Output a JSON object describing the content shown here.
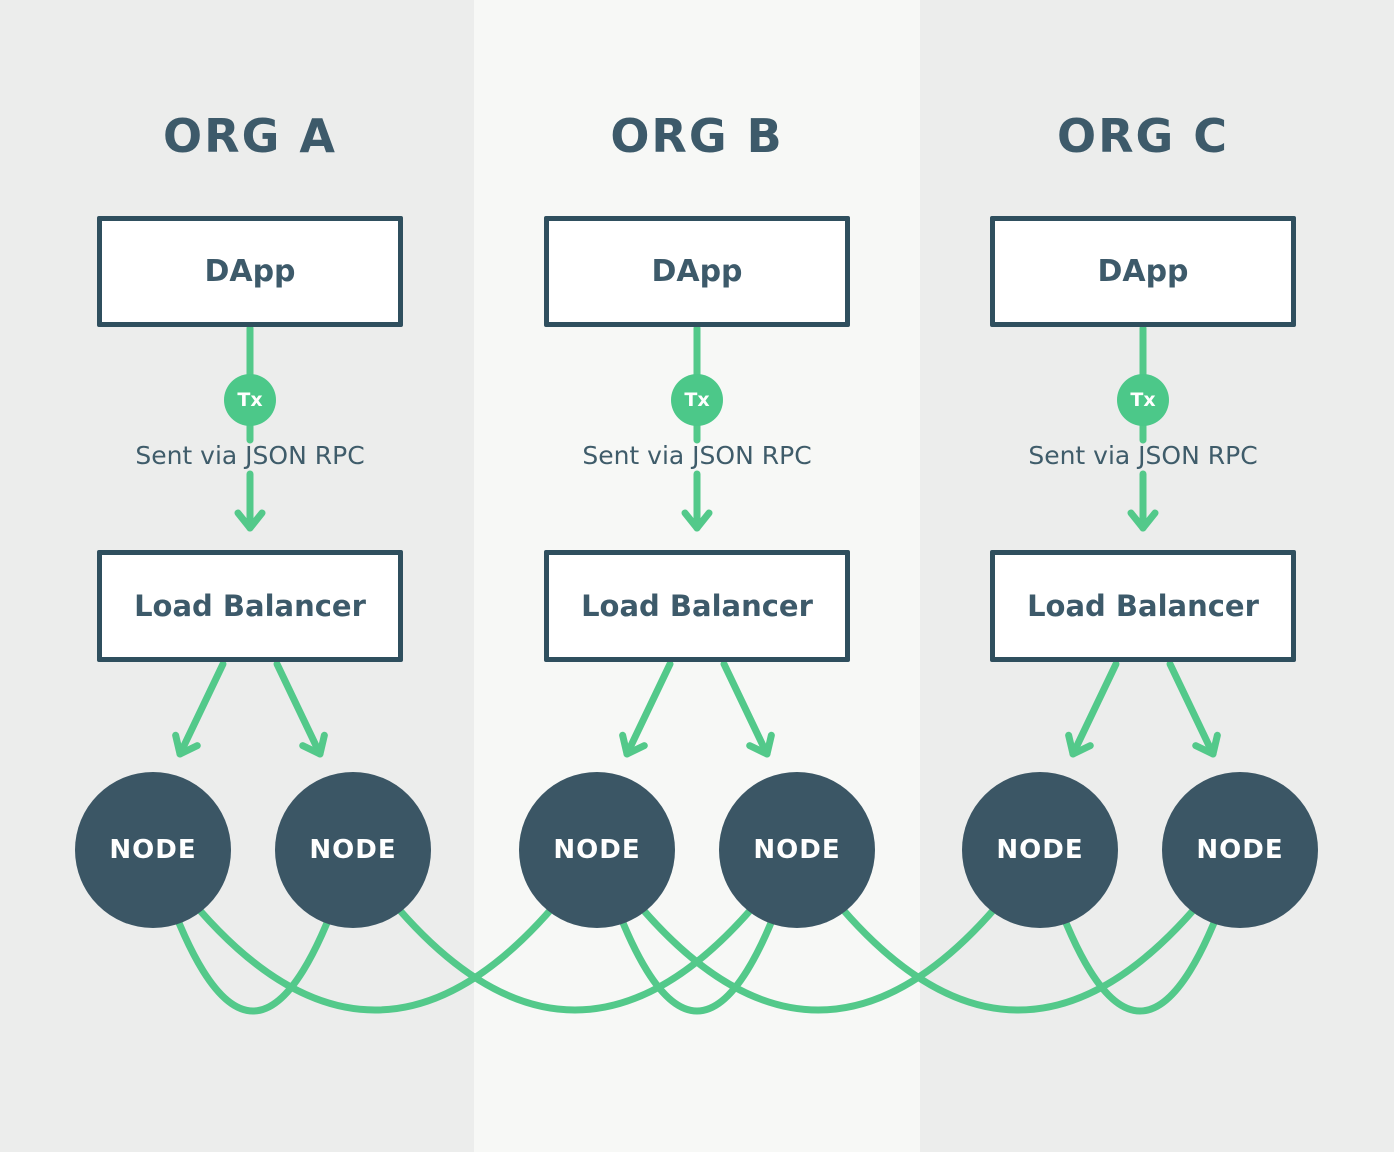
{
  "diagram": {
    "columns": [
      {
        "title": "ORG A",
        "dapp_label": "DApp",
        "tx_label": "Tx",
        "rpc_label": "Sent via JSON RPC",
        "lb_label": "Load Balancer",
        "nodes": [
          "NODE",
          "NODE"
        ]
      },
      {
        "title": "ORG B",
        "dapp_label": "DApp",
        "tx_label": "Tx",
        "rpc_label": "Sent via JSON RPC",
        "lb_label": "Load Balancer",
        "nodes": [
          "NODE",
          "NODE"
        ]
      },
      {
        "title": "ORG C",
        "dapp_label": "DApp",
        "tx_label": "Tx",
        "rpc_label": "Sent via JSON RPC",
        "lb_label": "Load Balancer",
        "nodes": [
          "NODE",
          "NODE"
        ]
      }
    ],
    "colors": {
      "accent_green": "#53c98a",
      "tx_badge_green": "#4cc889",
      "slate_border": "#2f4f5e",
      "slate_text": "#3d5a6a",
      "node_fill": "#3b5665",
      "band_outer": "#ecedec",
      "band_inner": "#f7f8f6",
      "box_fill": "#ffffff"
    }
  }
}
